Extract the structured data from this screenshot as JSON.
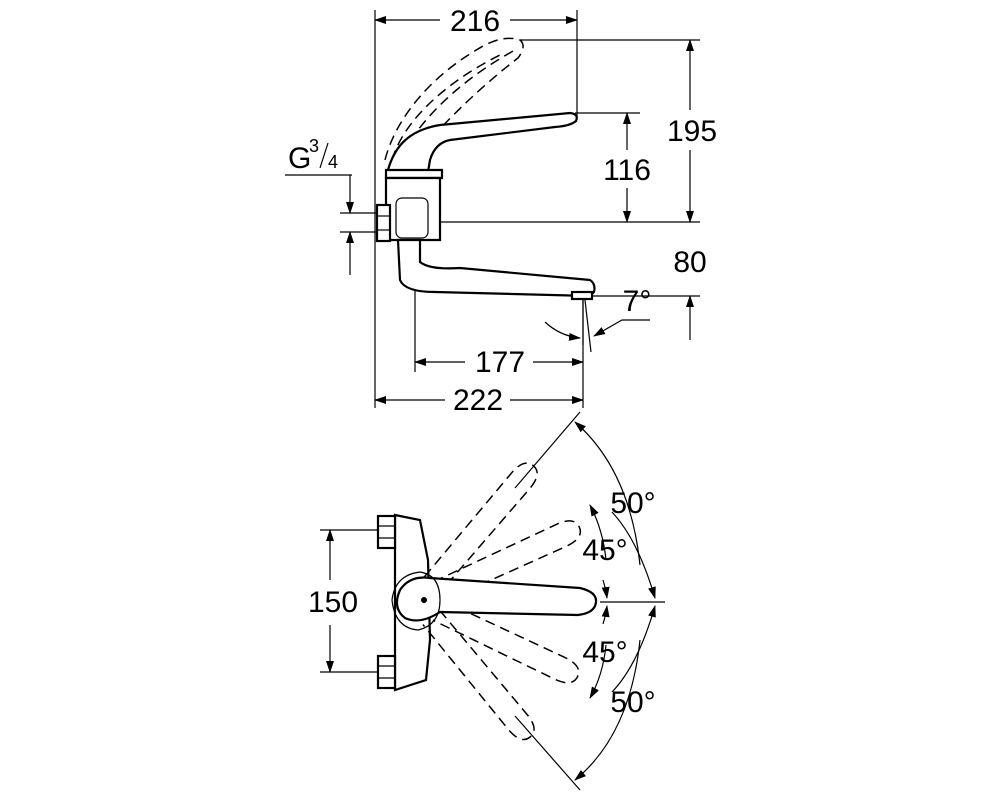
{
  "side_view": {
    "width_total_top": "216",
    "height_total": "195",
    "height_lever": "116",
    "height_spout": "80",
    "spout_angle": "7°",
    "spout_reach": "177",
    "width_total_bottom": "222",
    "thread_label": "G",
    "thread_num": "3",
    "thread_den": "4"
  },
  "top_view": {
    "centers": "150",
    "angle_outer_up": "50°",
    "angle_inner_up": "45°",
    "angle_inner_down": "45°",
    "angle_outer_down": "50°"
  }
}
